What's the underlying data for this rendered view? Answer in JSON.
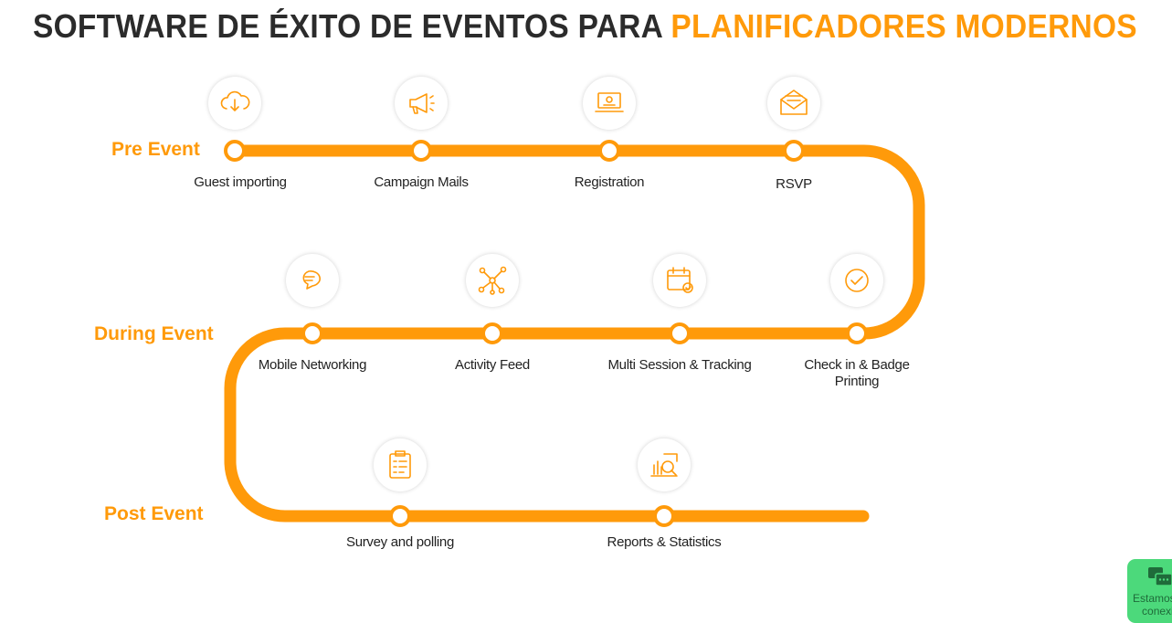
{
  "title": {
    "main": "SOFTWARE DE ÉXITO DE EVENTOS PARA ",
    "highlight": "PLANIFICADORES MODERNOS"
  },
  "colors": {
    "accent": "#ff9a0a",
    "chat": "#4cd97b"
  },
  "stages": [
    "Pre Event",
    "During  Event",
    "Post  Event"
  ],
  "steps": [
    {
      "label": "Guest importing",
      "icon": "cloud-download-icon"
    },
    {
      "label": "Campaign Mails",
      "icon": "megaphone-icon"
    },
    {
      "label": "Registration",
      "icon": "laptop-icon"
    },
    {
      "label": "RSVP",
      "icon": "envelope-icon"
    },
    {
      "label": "Mobile Networking",
      "icon": "chat-bubbles-icon"
    },
    {
      "label": "Activity Feed",
      "icon": "network-icon"
    },
    {
      "label": "Multi Session & Tracking",
      "icon": "calendar-check-icon"
    },
    {
      "label": "Check in & Badge Printing",
      "icon": "check-circle-icon"
    },
    {
      "label": "Survey and polling",
      "icon": "clipboard-icon"
    },
    {
      "label": "Reports & Statistics",
      "icon": "analytics-icon"
    }
  ],
  "chat_widget": {
    "line1": "Estamos",
    "line2": "conexió"
  }
}
